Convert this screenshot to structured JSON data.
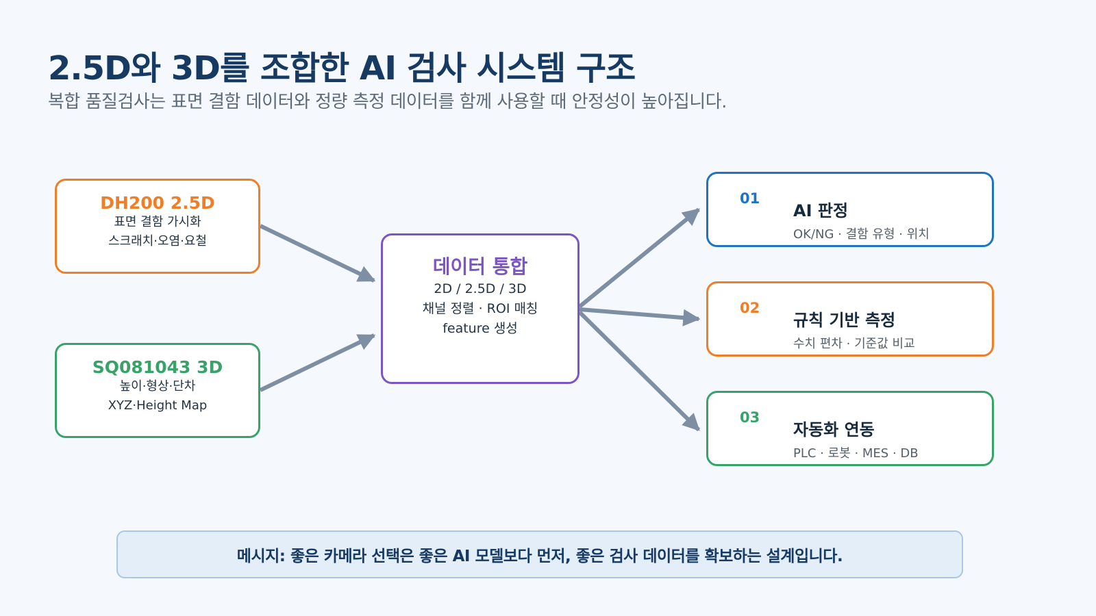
{
  "header": {
    "title": "2.5D와 3D를 조합한 AI 검사 시스템 구조",
    "subtitle": "복합 품질검사는 표면 결함 데이터와 정량 측정 데이터를 함께 사용할 때 안정성이 높아집니다."
  },
  "sources": [
    {
      "name": "DH200 2.5D",
      "line1": "표면 결함 가시화",
      "line2": "스크래치·오염·요철",
      "color": "#f07d28"
    },
    {
      "name": "SQ081043 3D",
      "line1": "높이·형상·단차",
      "line2": "XYZ·Height Map",
      "color": "#38a368"
    }
  ],
  "hub": {
    "name": "데이터 통합",
    "line1": "2D / 2.5D / 3D",
    "line2": "채널 정렬 · ROI 매칭",
    "line3": "feature 생성",
    "color": "#7b56c2"
  },
  "outputs": [
    {
      "num": "01",
      "title": "AI 판정",
      "desc": "OK/NG · 결함 유형 · 위치",
      "color": "#1f73c2"
    },
    {
      "num": "02",
      "title": "규칙 기반 측정",
      "desc": "수치 편차 · 기준값 비교",
      "color": "#f07d28"
    },
    {
      "num": "03",
      "title": "자동화 연동",
      "desc": "PLC · 로봇 · MES · DB",
      "color": "#38a368"
    }
  ],
  "arrow_color": "#7f8fa3",
  "message": "메시지: 좋은 카메라 선택은 좋은 AI 모델보다 먼저, 좋은 검사 데이터를 확보하는 설계입니다."
}
